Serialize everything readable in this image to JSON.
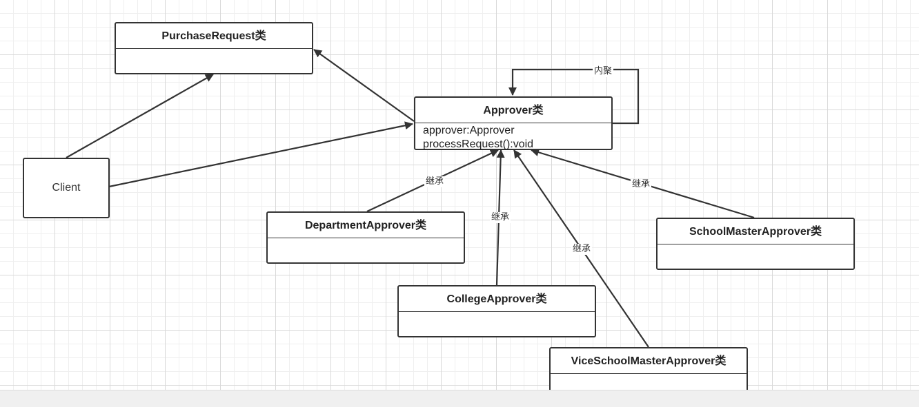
{
  "diagram": {
    "client_label": "Client",
    "classes": {
      "purchase_request": {
        "name": "PurchaseRequest类"
      },
      "approver": {
        "name": "Approver类",
        "members": [
          "approver:Approver",
          "processRequest():void"
        ]
      },
      "department_approver": {
        "name": "DepartmentApprover类"
      },
      "college_approver": {
        "name": "CollegeApprover类"
      },
      "vice_school_master_approver": {
        "name": "ViceSchoolMasterApprover类"
      },
      "school_master_approver": {
        "name": "SchoolMasterApprover类"
      }
    },
    "edge_labels": {
      "aggregation": "内聚",
      "inherit": "继承"
    },
    "colors": {
      "line": "#333333",
      "grid": "#d9d9d9",
      "background": "#ffffff"
    }
  }
}
